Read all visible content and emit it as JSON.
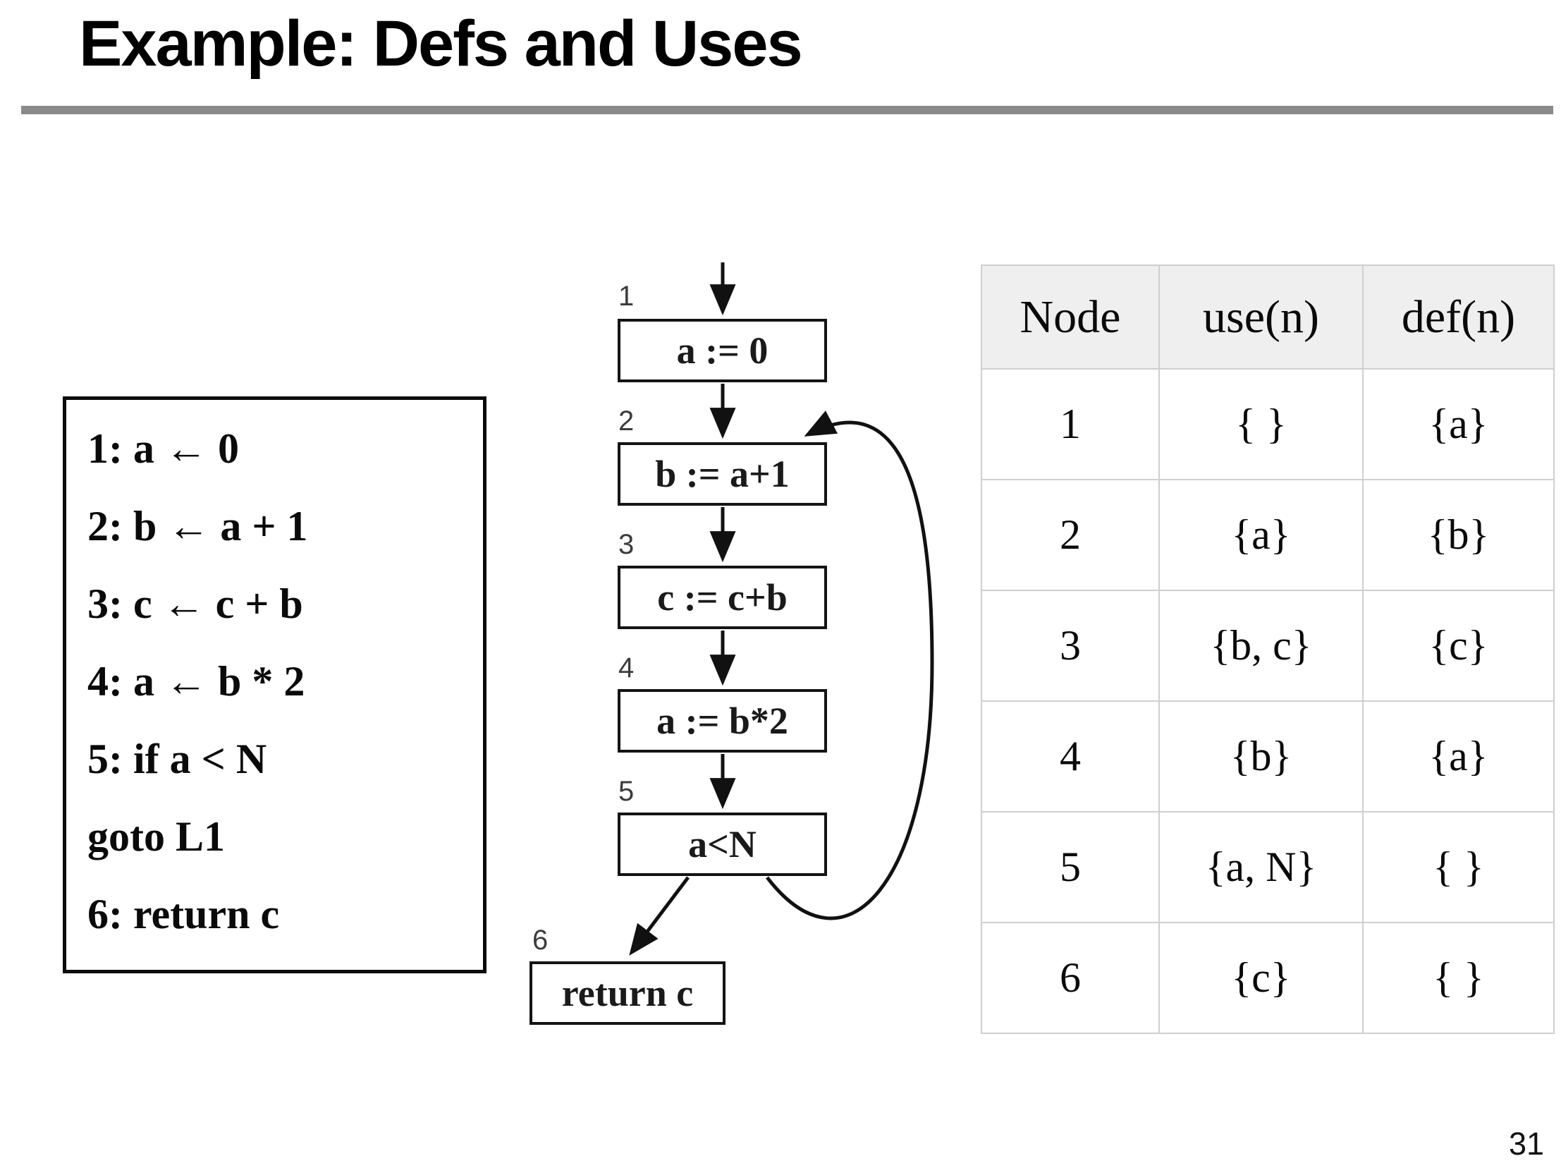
{
  "slide": {
    "title": "Example: Defs and Uses",
    "page_number": "31"
  },
  "colors": {
    "title_rule": "#8a8a8a",
    "table_header_bg": "#efefef",
    "table_border": "#cfcfcf",
    "diagram_ink": "#111111"
  },
  "code_listing": {
    "lines": [
      "1: a ← 0",
      "2: b ← a + 1",
      "3: c ← c + b",
      "4: a ← b * 2",
      "5: if a < N",
      "goto L1",
      "6: return c"
    ]
  },
  "cfg": {
    "nodes": [
      {
        "id": "1",
        "label": "a := 0"
      },
      {
        "id": "2",
        "label": "b := a+1"
      },
      {
        "id": "3",
        "label": "c := c+b"
      },
      {
        "id": "4",
        "label": "a := b*2"
      },
      {
        "id": "5",
        "label": "a<N"
      },
      {
        "id": "6",
        "label": "return c"
      }
    ],
    "edges": [
      "entry to 1",
      "1 to 2",
      "2 to 3",
      "3 to 4",
      "4 to 5",
      "5 to 6",
      "5 back to 2"
    ]
  },
  "table": {
    "headers": [
      "Node",
      "use(n)",
      "def(n)"
    ],
    "rows": [
      [
        "1",
        "{ }",
        "{a}"
      ],
      [
        "2",
        "{a}",
        "{b}"
      ],
      [
        "3",
        "{b, c}",
        "{c}"
      ],
      [
        "4",
        "{b}",
        "{a}"
      ],
      [
        "5",
        "{a, N}",
        "{ }"
      ],
      [
        "6",
        "{c}",
        "{ }"
      ]
    ]
  }
}
